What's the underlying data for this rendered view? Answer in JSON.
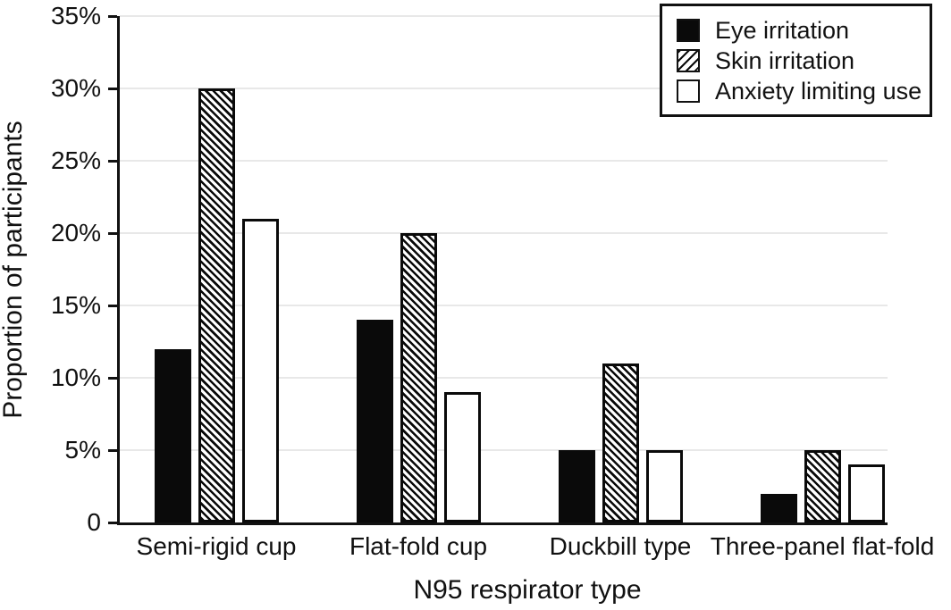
{
  "chart_data": {
    "type": "bar",
    "xlabel": "N95 respirator type",
    "ylabel": "Proportion of participants",
    "categories": [
      "Semi-rigid cup",
      "Flat-fold cup",
      "Duckbill type",
      "Three-panel flat-fold"
    ],
    "series": [
      {
        "name": "Eye irritation",
        "style": "solid-black",
        "values": [
          12,
          14,
          5,
          2
        ]
      },
      {
        "name": "Skin irritation",
        "style": "diagonal-hatch",
        "values": [
          30,
          20,
          11,
          5
        ]
      },
      {
        "name": "Anxiety limiting use",
        "style": "white",
        "values": [
          21,
          9,
          5,
          4
        ]
      }
    ],
    "y_tick_values": [
      0,
      5,
      10,
      15,
      20,
      25,
      30,
      35
    ],
    "y_ticks": [
      "0",
      "5%",
      "10%",
      "15%",
      "20%",
      "25%",
      "30%",
      "35%"
    ],
    "ylim": [
      0,
      35
    ],
    "grid": "horizontal",
    "legend_position": "top-right",
    "colors": {
      "bar_fill": "#0a0a0a",
      "bar_outline": "#0a0a0a",
      "background": "#ffffff",
      "gridline": "#e8e8e8",
      "text": "#111111"
    }
  }
}
